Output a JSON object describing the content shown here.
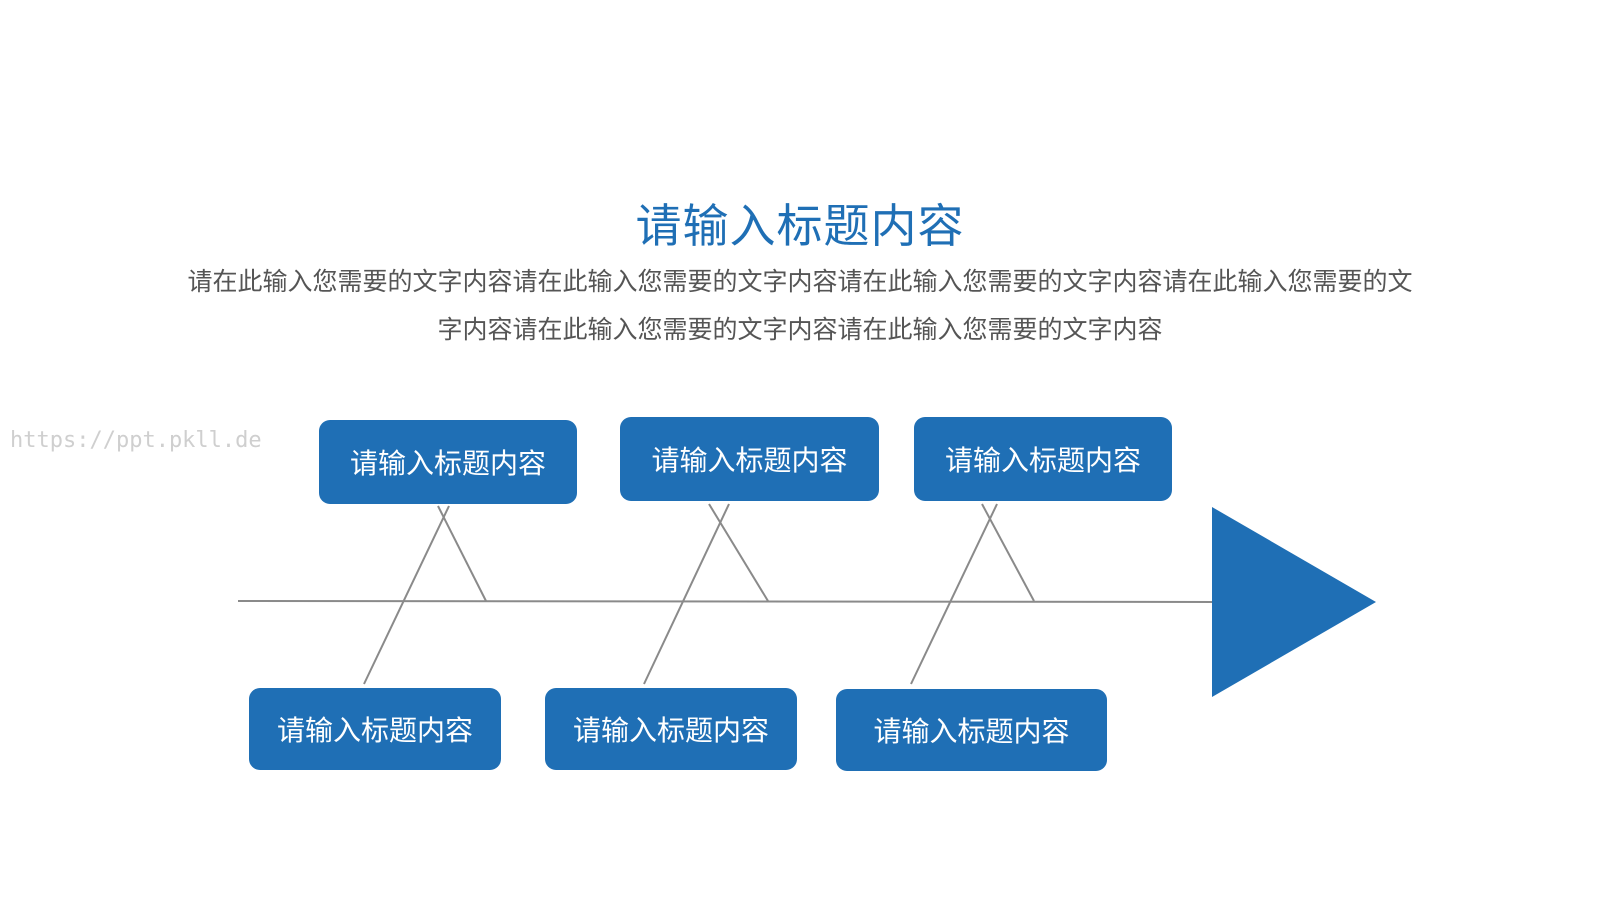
{
  "title": "请输入标题内容",
  "subtitle": "请在此输入您需要的文字内容请在此输入您需要的文字内容请在此输入您需要的文字内容请在此输入您需要的文字内容请在此输入您需要的文字内容请在此输入您需要的文字内容",
  "watermark": "https://ppt.pkll.de",
  "top_boxes": [
    {
      "label": "请输入标题内容"
    },
    {
      "label": "请输入标题内容"
    },
    {
      "label": "请输入标题内容"
    }
  ],
  "bottom_boxes": [
    {
      "label": "请输入标题内容"
    },
    {
      "label": "请输入标题内容"
    },
    {
      "label": "请输入标题内容"
    }
  ],
  "colors": {
    "accent": "#1f6fb5",
    "line": "#8a8a8a",
    "text": "#555555"
  }
}
